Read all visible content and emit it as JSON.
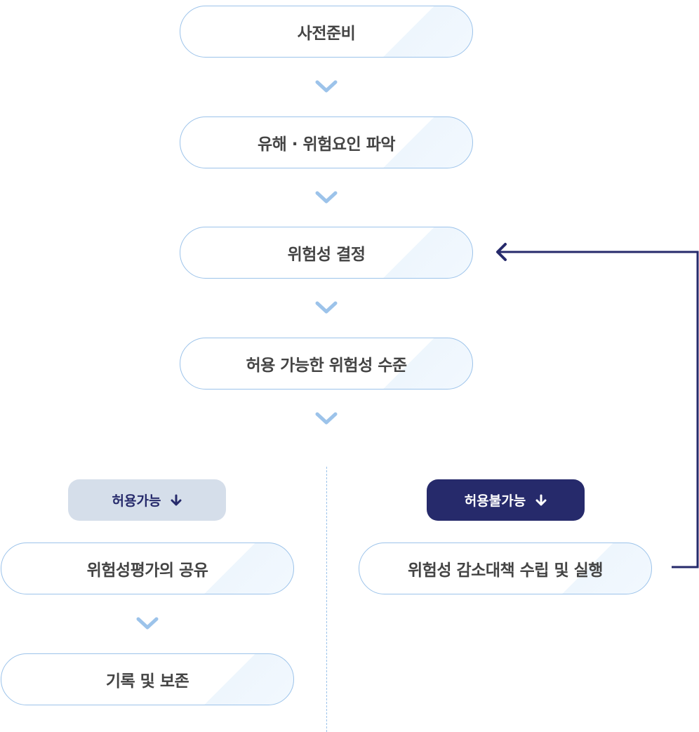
{
  "steps": [
    "사전준비",
    "유해 · 위험요인 파악",
    "위험성 결정",
    "허용 가능한 위험성 수준"
  ],
  "acceptable": {
    "badge": "허용가능",
    "steps": [
      "위험성평가의 공유",
      "기록 및 보존"
    ]
  },
  "unacceptable": {
    "badge": "허용불가능",
    "steps": [
      "위험성 감소대책 수립 및 실행"
    ]
  },
  "colors": {
    "border": "#9cc3ea",
    "chevron": "#9cc3ea",
    "navy": "#262a6b",
    "badge_light": "#d5deea"
  }
}
